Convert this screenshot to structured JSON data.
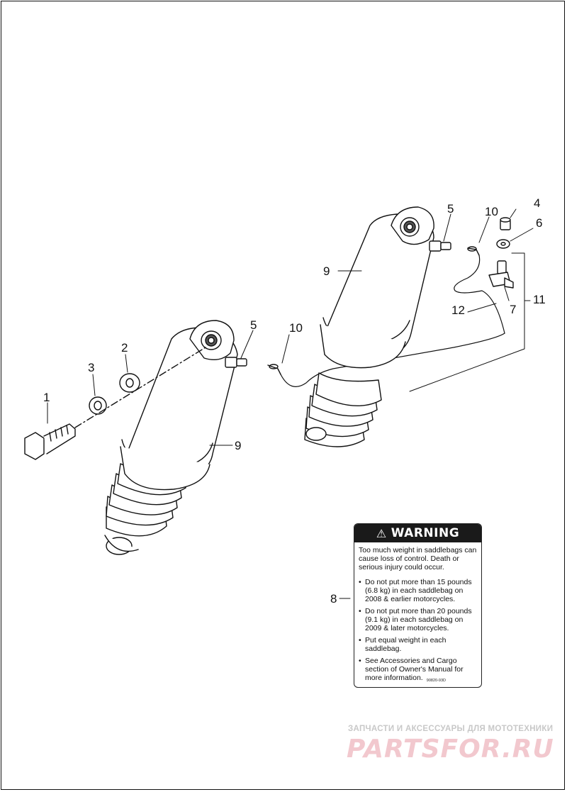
{
  "callouts": {
    "c1": "1",
    "c2": "2",
    "c3": "3",
    "c4": "4",
    "c5a": "5",
    "c5b": "5",
    "c6": "6",
    "c7": "7",
    "c8": "8",
    "c9a": "9",
    "c9b": "9",
    "c10a": "10",
    "c10b": "10",
    "c11": "11",
    "c12": "12"
  },
  "warning_label": {
    "header": "WARNING",
    "intro": "Too much weight in saddlebags can cause loss of control.  Death or serious injury could occur.",
    "bullets": [
      "Do not put more than 15 pounds (6.8 kg) in each saddlebag on 2008 & earlier motorcycles.",
      "Do not put more than 20 pounds (9.1 kg) in each saddlebag on 2009 & later motorcycles.",
      "Put equal weight in each saddlebag.",
      "See Accessories and Cargo section of Owner's Manual for more information."
    ],
    "part_number": "90820-93D"
  },
  "watermark": {
    "tagline": "ЗАПЧАСТИ И АКСЕССУАРЫ ДЛЯ МОТОТЕХНИКИ",
    "brand": "PARTSFOR.RU"
  }
}
